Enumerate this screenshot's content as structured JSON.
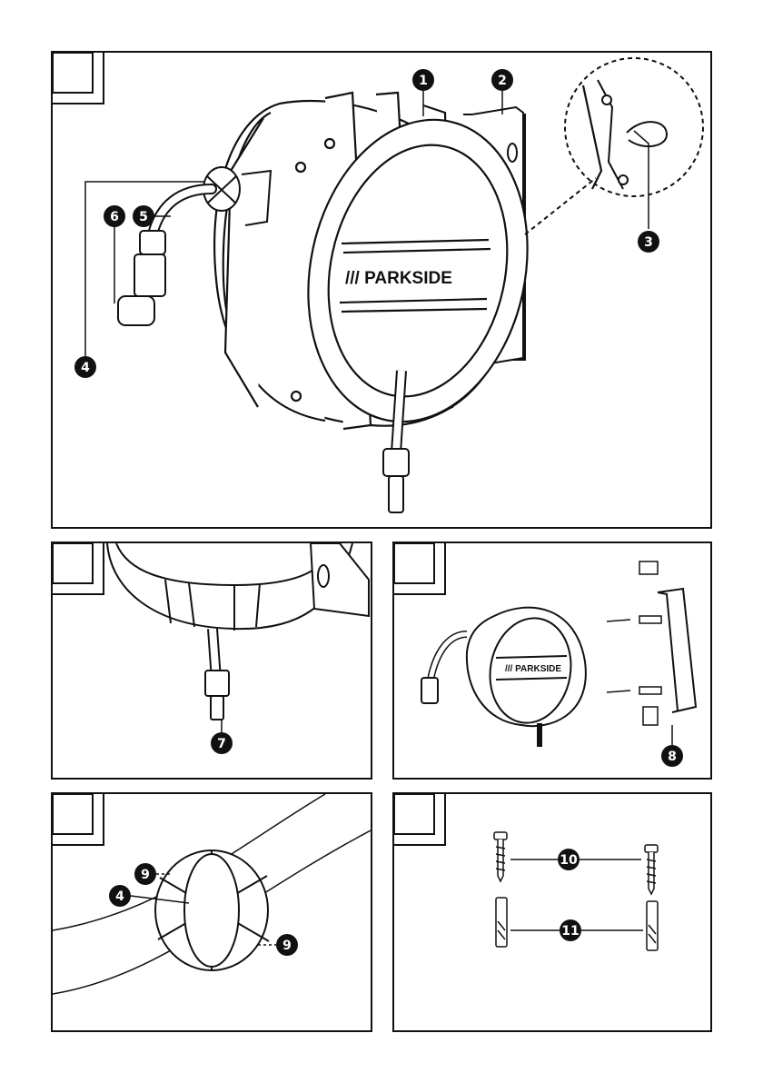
{
  "brand": {
    "main": "/// PARKSIDE",
    "small": "/// PARKSIDE"
  },
  "callouts": {
    "c1": "1",
    "c2": "2",
    "c3": "3",
    "c4": "4",
    "c5": "5",
    "c6": "6",
    "c7": "7",
    "c8": "8",
    "c9": "9",
    "c10": "10",
    "c11": "11"
  },
  "colors": {
    "line": "#111111",
    "callout_bg": "#111111",
    "callout_fg": "#ffffff"
  }
}
